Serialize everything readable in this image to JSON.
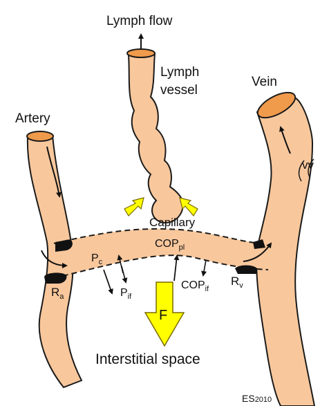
{
  "colors": {
    "tissue": "#f8c79c",
    "lumen": "#f09a4c",
    "outline": "#1a1a1a",
    "resistor": "#111111",
    "arrow_yellow": "#ffff00",
    "arrow_outline": "#7a6a00"
  },
  "labels": {
    "lymph_flow": "Lymph flow",
    "lymph_vessel_line1": "Lymph",
    "lymph_vessel_line2": "vessel",
    "vein": "Vein",
    "artery": "Artery",
    "vv": "vv",
    "capillary": "Capillary",
    "pc_main": "P",
    "pc_sub": "c",
    "pif_main": "P",
    "pif_sub": "if",
    "coppl_main": "COP",
    "coppl_sub": "pl",
    "copif_main": "COP",
    "copif_sub": "if",
    "ra_main": "R",
    "ra_sub": "a",
    "rv_main": "R",
    "rv_sub": "v",
    "filtration": "F",
    "interstitial": "Interstitial space",
    "credit_main": "ES",
    "credit_year": "2010"
  }
}
